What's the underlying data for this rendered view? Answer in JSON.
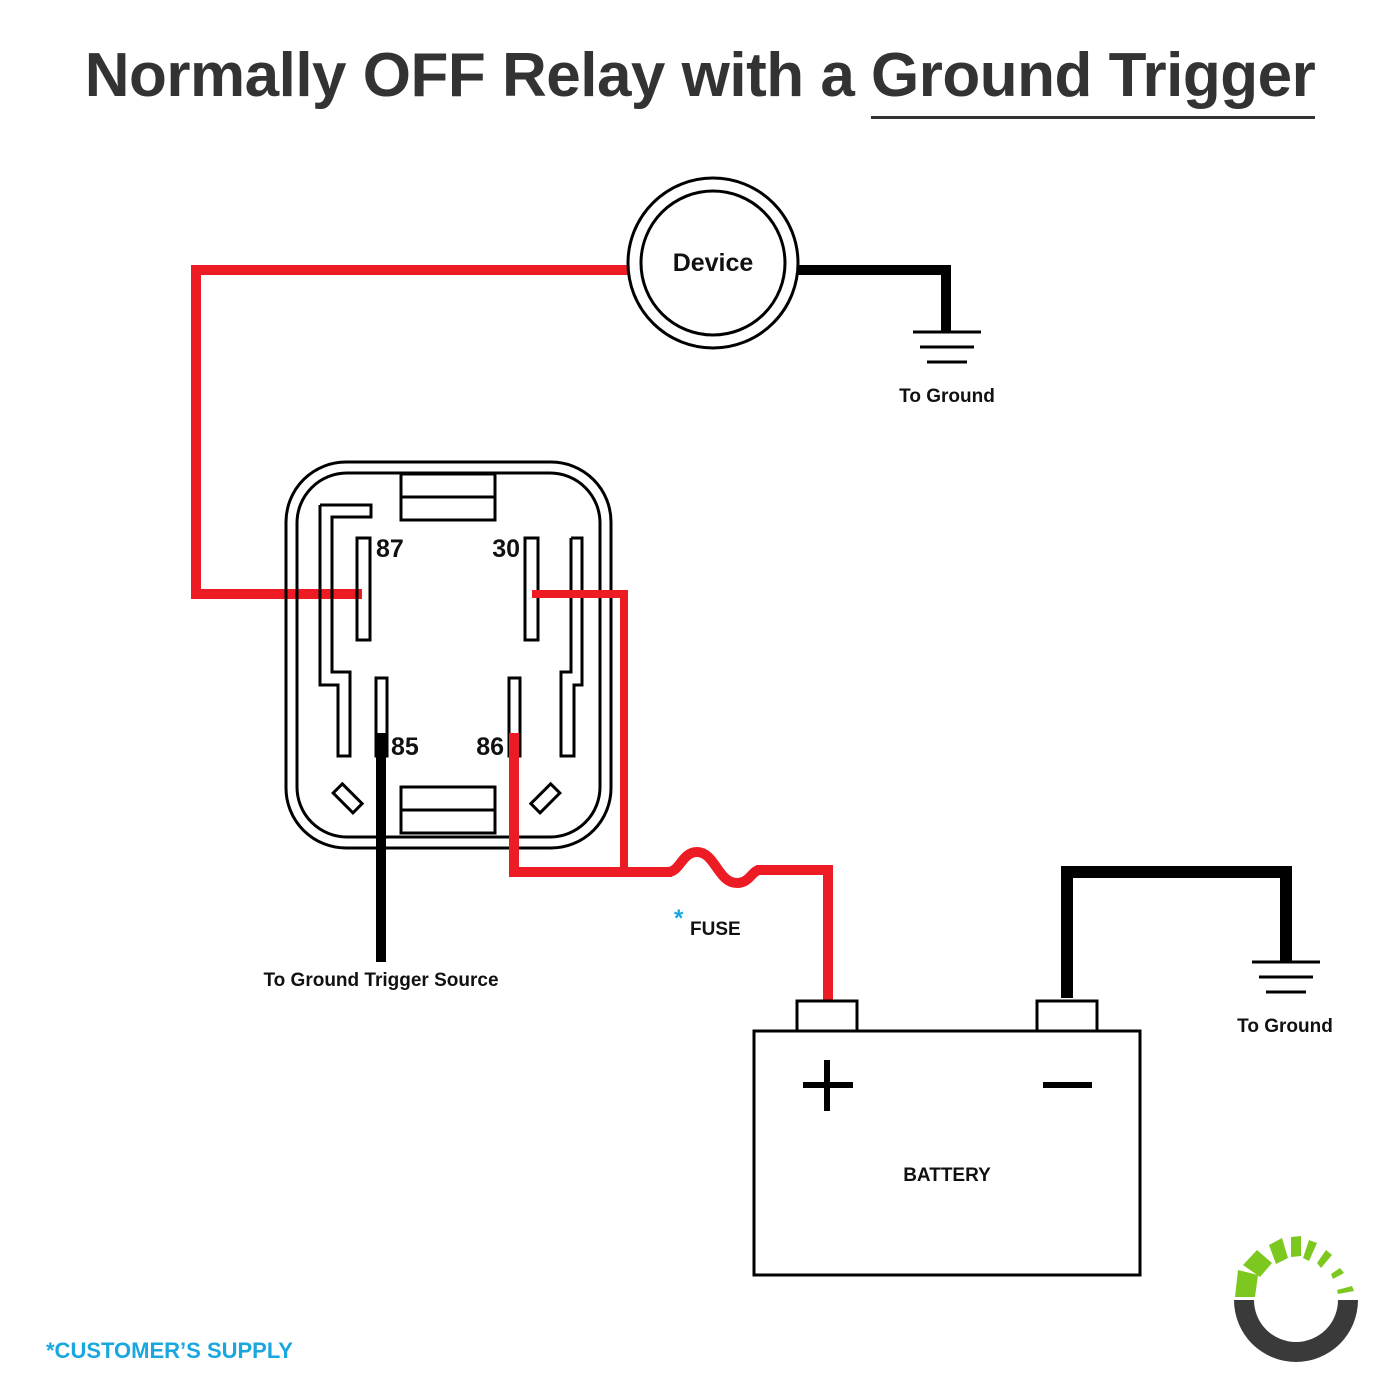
{
  "title": {
    "prefix": "Normally OFF Relay with a ",
    "underlined": "Ground Trigger"
  },
  "device": {
    "label": "Device"
  },
  "ground_labels": {
    "device_ground": "To Ground",
    "battery_ground": "To Ground"
  },
  "relay": {
    "pins": {
      "p87": "87",
      "p30": "30",
      "p85": "85",
      "p86": "86"
    }
  },
  "trigger_label": "To Ground Trigger Source",
  "fuse": {
    "asterisk": "*",
    "label": "FUSE"
  },
  "battery": {
    "label": "BATTERY",
    "plus": "+",
    "minus": "−"
  },
  "footnote": "*CUSTOMER’S SUPPLY",
  "colors": {
    "wire_positive": "#ed1c24",
    "wire_ground": "#000000",
    "title": "#333333",
    "footnote": "#1aa7e0",
    "logo_green": "#7dc81f",
    "logo_dark": "#3a3a3a"
  }
}
